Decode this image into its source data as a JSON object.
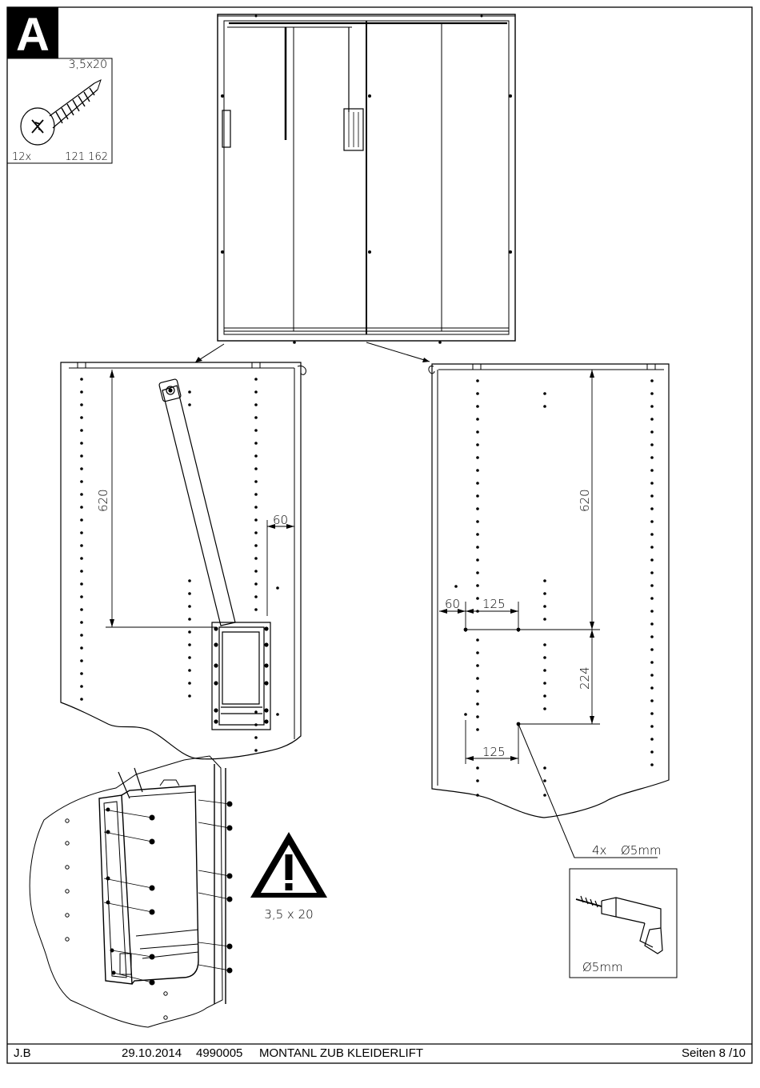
{
  "step_badge": "A",
  "screw_box": {
    "size": "3,5x20",
    "qty": "12x",
    "part_no": "121 162"
  },
  "warning": {
    "label": "3,5 x 20"
  },
  "dimensions": {
    "left_height": "620",
    "left_offset": "60",
    "right_height": "620",
    "right_offset": "60",
    "right_spacing_top": "125",
    "right_vertical": "224",
    "right_spacing_bottom": "125"
  },
  "drill_callout": {
    "count": "4x",
    "diameter": "Ø5mm",
    "bit_label": "Ø5mm"
  },
  "footer": {
    "author": "J.B",
    "date": "29.10.2014",
    "article": "4990005",
    "title": "MONTANL ZUB KLEIDERLIFT",
    "pages": "Seiten 8 /10"
  }
}
